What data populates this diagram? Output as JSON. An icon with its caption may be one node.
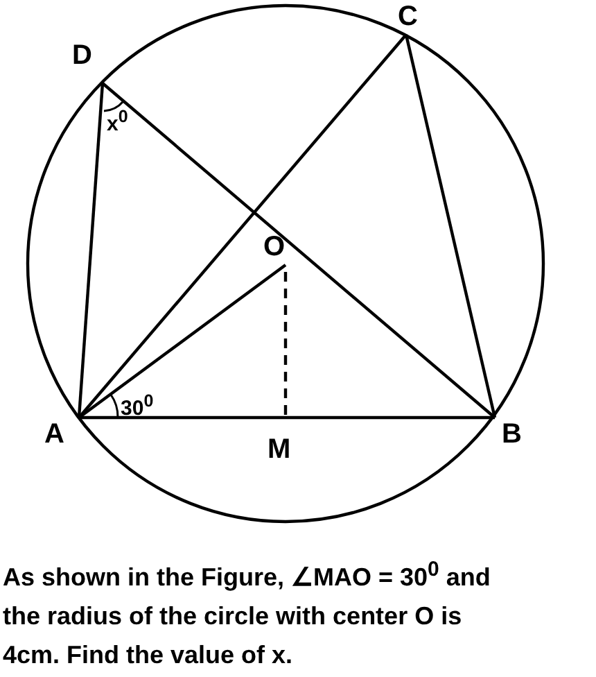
{
  "diagram": {
    "labels": [
      "C",
      "D",
      "x$^{0}$",
      "O",
      "30$^{0}$",
      "A",
      "M",
      "B"
    ],
    "caption": "As shown in the Figure, ∠MAO = 30$^{0}$ and the radius of the circle with center O is 4cm. Find the value of x."
  }
}
